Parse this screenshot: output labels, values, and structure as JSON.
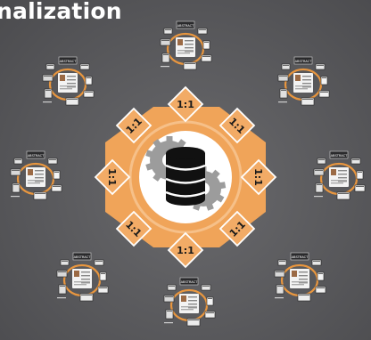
{
  "page": {
    "title": "nalization"
  },
  "hub": {
    "center_icon": "database-with-gears-icon",
    "mapping_labels": [
      "1:1",
      "1:1",
      "1:1",
      "1:1",
      "1:1",
      "1:1",
      "1:1",
      "1:1"
    ]
  },
  "colors": {
    "background": "#5b5b5e",
    "hub_orange": "#f0a459",
    "tile_orange": "#f2ab66",
    "tile_border": "#ffffff",
    "center_circle": "#ffffff",
    "gear": "#9a9a9a",
    "database": "#111111",
    "ring": "#e8963f"
  },
  "clusters": {
    "count": 8,
    "cluster_label": "ABSTRACT",
    "node_icon": "customer-touchpoint-cluster-icon"
  }
}
